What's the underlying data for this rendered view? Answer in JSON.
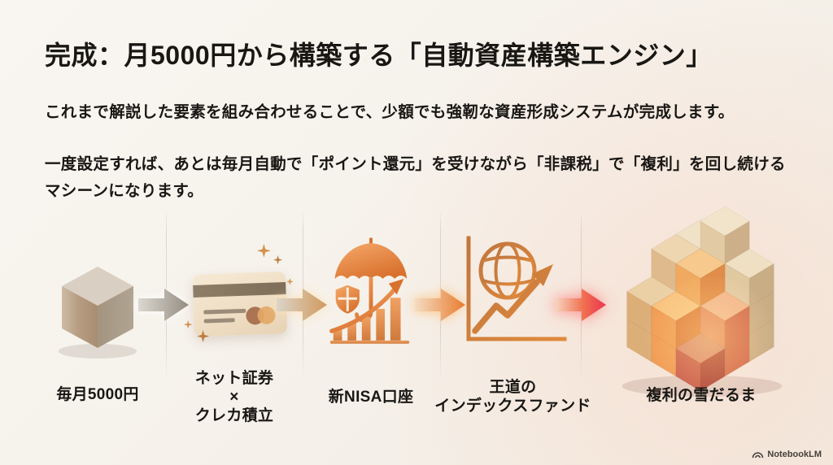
{
  "slide": {
    "title": "完成：月5000円から構築する「自動資産構築エンジン」",
    "intro": "これまで解説した要素を組み合わせることで、少額でも強靭な資産形成システムが完成します。",
    "detail_line1": "一度設定すれば、あとは毎月自動で「ポイント還元」を受けながら「非課税」で「複利」を回し続ける",
    "detail_line2": "マシーンになります。"
  },
  "flow": {
    "steps": [
      {
        "id": "monthly-5000yen",
        "icon": "wooden-cube-icon",
        "lines": [
          "毎月5000円"
        ]
      },
      {
        "id": "net-broker-credit-card",
        "icon": "credit-card-icon",
        "lines": [
          "ネット証券",
          "×",
          "クレカ積立"
        ]
      },
      {
        "id": "new-nisa-account",
        "icon": "umbrella-shield-chart-icon",
        "lines": [
          "新NISA口座"
        ]
      },
      {
        "id": "index-fund",
        "icon": "globe-growth-chart-icon",
        "lines": [
          "王道の",
          "インデックスファンド"
        ]
      },
      {
        "id": "compound-snowball",
        "icon": "block-pyramid-icon",
        "lines": [
          "複利の雪だるま"
        ]
      }
    ]
  },
  "footer": {
    "brand": "NotebookLM"
  },
  "colors": {
    "background": "#f5f1ea",
    "text": "#191714",
    "arrow_gray": "#9a938a",
    "arrow_tan": "#d69d62",
    "arrow_orange": "#e87f35",
    "arrow_red": "#ee3a55",
    "icon_orange": "#e0813d",
    "wood_light": "#ecd9bb",
    "glow_orange": "#ffa546"
  }
}
